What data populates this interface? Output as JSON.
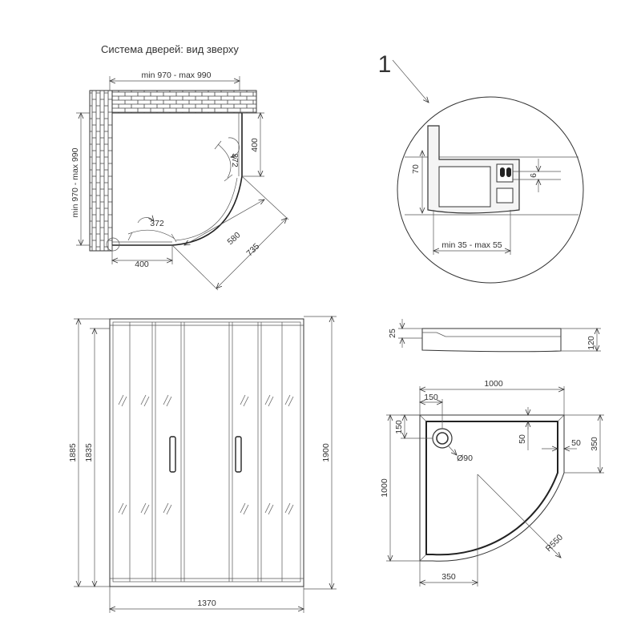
{
  "top_view": {
    "title": "Система дверей: вид зверху",
    "width_range": "min 970 - max 990",
    "depth_range": "min 970 - max 990",
    "side_panel": "400",
    "bottom_panel": "400",
    "door_swing_1": "372",
    "door_swing_2": "372",
    "opening": "580",
    "diagonal": "735"
  },
  "profile_detail": {
    "callout": "1",
    "height": "70",
    "gap": "6",
    "adjust_range": "min 35 - max 55"
  },
  "front_view": {
    "width": "1370",
    "height_outer": "1900",
    "height_frame": "1885",
    "height_door": "1835"
  },
  "tray_side": {
    "height": "120",
    "rim": "25"
  },
  "tray_top": {
    "width": "1000",
    "depth": "1000",
    "drain_offset_x": "150",
    "drain_offset_y": "150",
    "drain_diameter": "Ø90",
    "rim_x": "50",
    "rim_y": "50",
    "straight_side": "350",
    "straight_bottom": "350",
    "radius": "R550"
  }
}
